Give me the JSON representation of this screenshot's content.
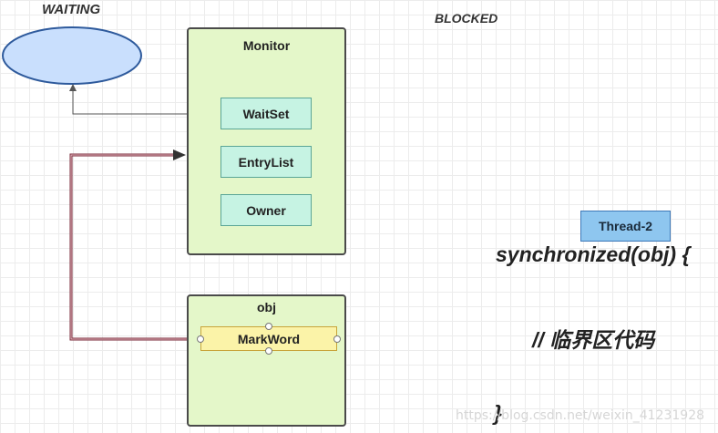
{
  "labels": {
    "waiting": "WAITING",
    "blocked": "BLOCKED"
  },
  "monitor": {
    "title": "Monitor",
    "waitset": "WaitSet",
    "entrylist": "EntryList",
    "owner": "Owner"
  },
  "obj": {
    "title": "obj",
    "markword": "MarkWord"
  },
  "thread": {
    "label": "Thread-2"
  },
  "code": {
    "line1": "synchronized(obj) {",
    "line2": "// 临界区代码",
    "line3": "}"
  },
  "watermark": "https://blog.csdn.net/weixin_41231928",
  "colors": {
    "box_fill": "#e4f7c9",
    "inner_fill": "#c6f3e3",
    "markword_fill": "#fbf3a8",
    "thread_fill": "#8ec6ef",
    "ellipse_fill": "#c9dffd",
    "link_line": "#7a2a3a"
  }
}
